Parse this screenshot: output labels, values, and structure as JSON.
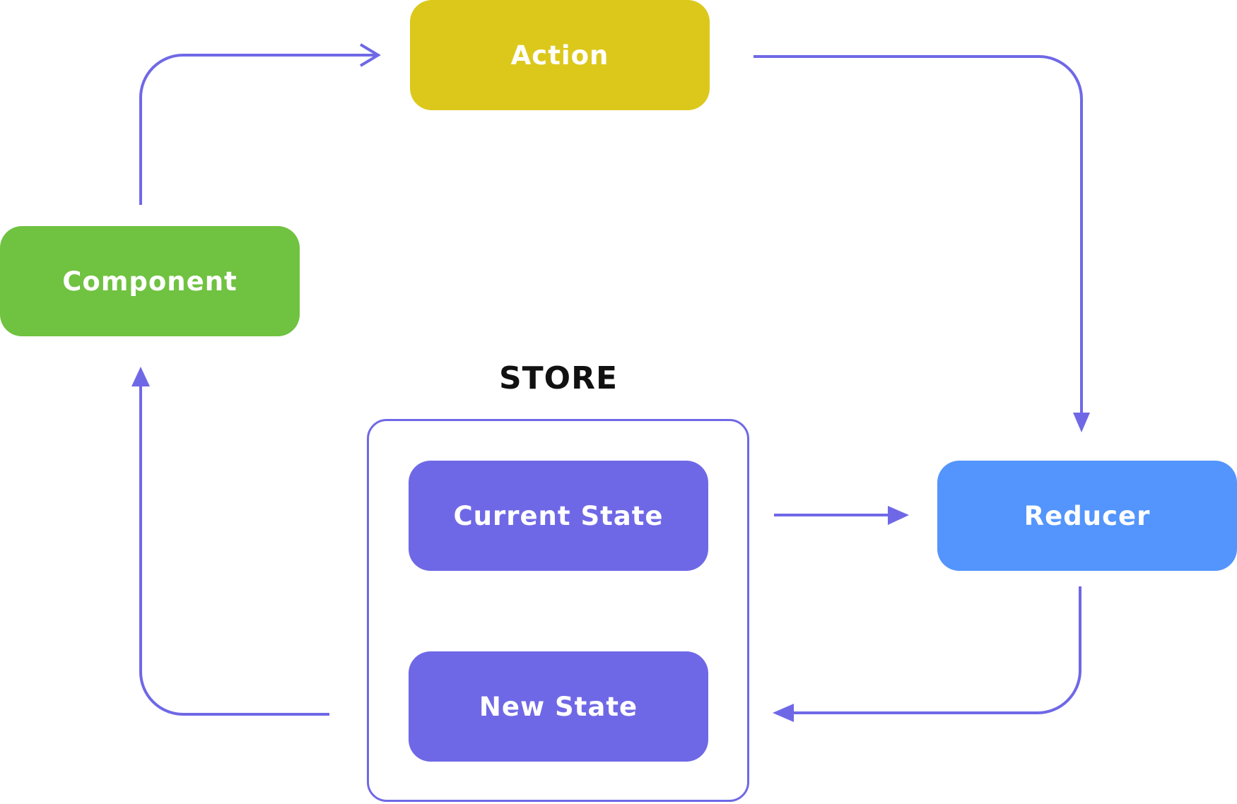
{
  "diagram": {
    "store_label": "STORE",
    "nodes": {
      "action": "Action",
      "component": "Component",
      "reducer": "Reducer",
      "current_state": "Current State",
      "new_state": "New State"
    },
    "colors": {
      "action": "#dcc81b",
      "component": "#70c241",
      "reducer": "#5495fd",
      "state": "#6f68e6",
      "connector": "#6f68e6"
    }
  }
}
